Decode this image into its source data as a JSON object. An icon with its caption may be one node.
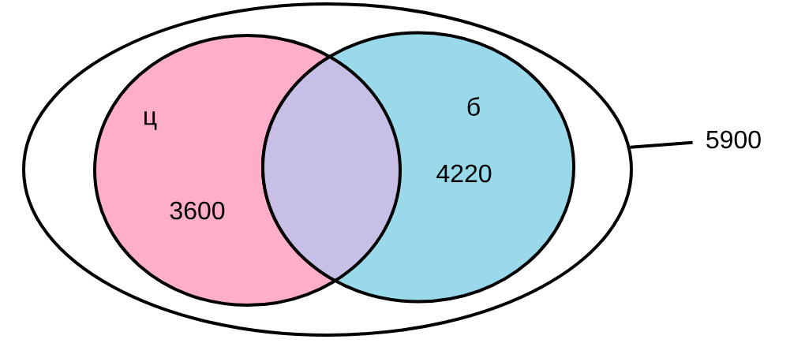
{
  "diagram": {
    "nodes": [
      {
        "text": [],
        "shape": "ellipse"
      },
      {
        "text": [
          "ц",
          "3600"
        ],
        "in": 0
      },
      {
        "text": [
          "б",
          "4220"
        ],
        "in": 0
      },
      {
        "text": [
          "5900"
        ]
      }
    ],
    "edges": [
      {
        "from": 3,
        "to": 0,
        "arrow": "none"
      }
    ]
  }
}
